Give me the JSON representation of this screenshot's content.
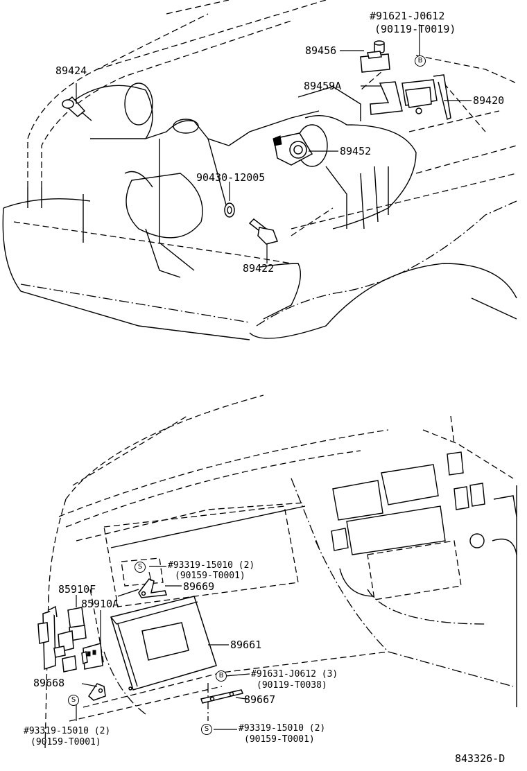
{
  "diagram_code": "843326-D",
  "engine_bay": {
    "p89424": "89424",
    "note_91621": "#91621-J0612",
    "note_90119_t0019": "(90119-T0019)",
    "p89456": "89456",
    "p89459a": "89459A",
    "p89420": "89420",
    "p89452": "89452",
    "p90430": "90430-12005",
    "p89422": "89422",
    "sym_b": "B"
  },
  "dashboard": {
    "note_93319_top": "#93319-15010 (2)",
    "note_90159_top": "(90159-T0001)",
    "p89669": "89669",
    "p85910f": "85910F",
    "p85910a": "85910A",
    "p89661": "89661",
    "note_91631": "#91631-J0612 (3)",
    "note_90119_t0038": "(90119-T0038)",
    "p89668": "89668",
    "p89667": "89667",
    "note_93319_left": "#93319-15010 (2)",
    "note_90159_left": "(90159-T0001)",
    "note_93319_bottom": "#93319-15010 (2)",
    "note_90159_bottom": "(90159-T0001)",
    "sym_s": "S",
    "sym_b": "B"
  }
}
